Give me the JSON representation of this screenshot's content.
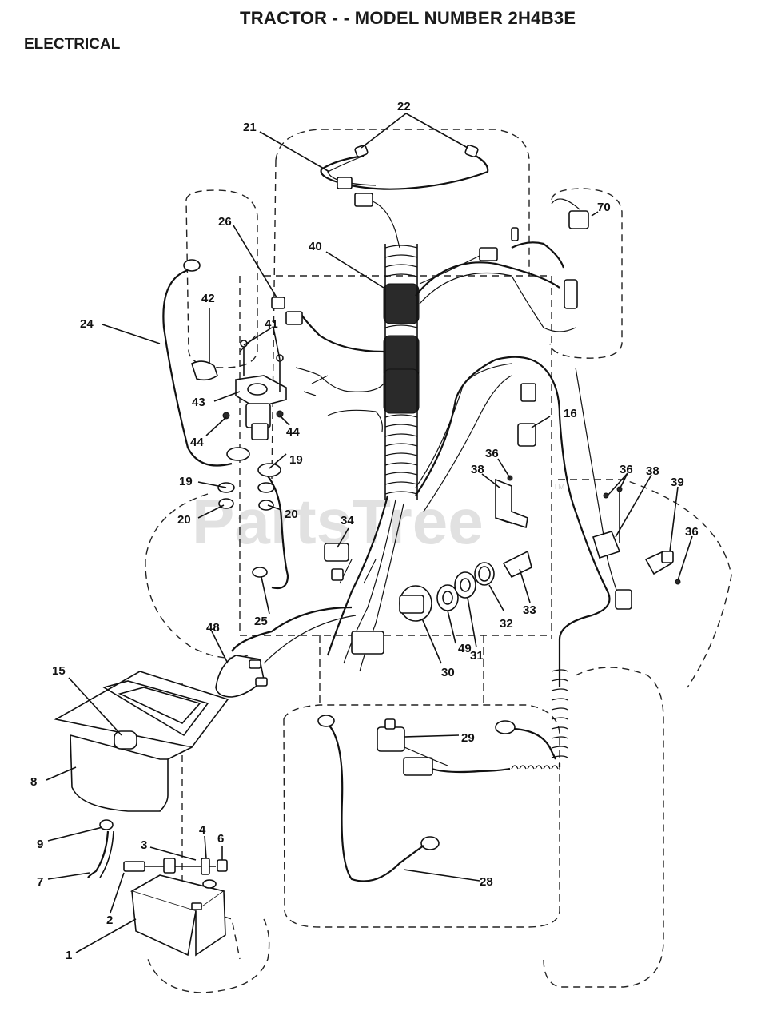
{
  "header": {
    "title": "TRACTOR - - MODEL NUMBER 2H4B3E",
    "section": "ELECTRICAL"
  },
  "watermark": {
    "text": "PartsTree",
    "tm": "TM"
  },
  "callouts": [
    {
      "id": "c22",
      "label": "22"
    },
    {
      "id": "c21",
      "label": "21"
    },
    {
      "id": "c70",
      "label": "70"
    },
    {
      "id": "c26",
      "label": "26"
    },
    {
      "id": "c40",
      "label": "40"
    },
    {
      "id": "c42",
      "label": "42"
    },
    {
      "id": "c24",
      "label": "24"
    },
    {
      "id": "c41",
      "label": "41"
    },
    {
      "id": "c43",
      "label": "43"
    },
    {
      "id": "c44a",
      "label": "44"
    },
    {
      "id": "c44b",
      "label": "44"
    },
    {
      "id": "c16",
      "label": "16"
    },
    {
      "id": "c19a",
      "label": "19"
    },
    {
      "id": "c19b",
      "label": "19"
    },
    {
      "id": "c20a",
      "label": "20"
    },
    {
      "id": "c20b",
      "label": "20"
    },
    {
      "id": "c36a",
      "label": "36"
    },
    {
      "id": "c38a",
      "label": "38"
    },
    {
      "id": "c36b",
      "label": "36"
    },
    {
      "id": "c38b",
      "label": "38"
    },
    {
      "id": "c39",
      "label": "39"
    },
    {
      "id": "c36c",
      "label": "36"
    },
    {
      "id": "c34",
      "label": "34"
    },
    {
      "id": "c33",
      "label": "33"
    },
    {
      "id": "c32",
      "label": "32"
    },
    {
      "id": "c25",
      "label": "25"
    },
    {
      "id": "c31",
      "label": "31"
    },
    {
      "id": "c49",
      "label": "49"
    },
    {
      "id": "c48",
      "label": "48"
    },
    {
      "id": "c30",
      "label": "30"
    },
    {
      "id": "c15",
      "label": "15"
    },
    {
      "id": "c29",
      "label": "29"
    },
    {
      "id": "c8",
      "label": "8"
    },
    {
      "id": "c9",
      "label": "9"
    },
    {
      "id": "c4",
      "label": "4"
    },
    {
      "id": "c6",
      "label": "6"
    },
    {
      "id": "c3",
      "label": "3"
    },
    {
      "id": "c7",
      "label": "7"
    },
    {
      "id": "c28",
      "label": "28"
    },
    {
      "id": "c2",
      "label": "2"
    },
    {
      "id": "c1",
      "label": "1"
    }
  ]
}
